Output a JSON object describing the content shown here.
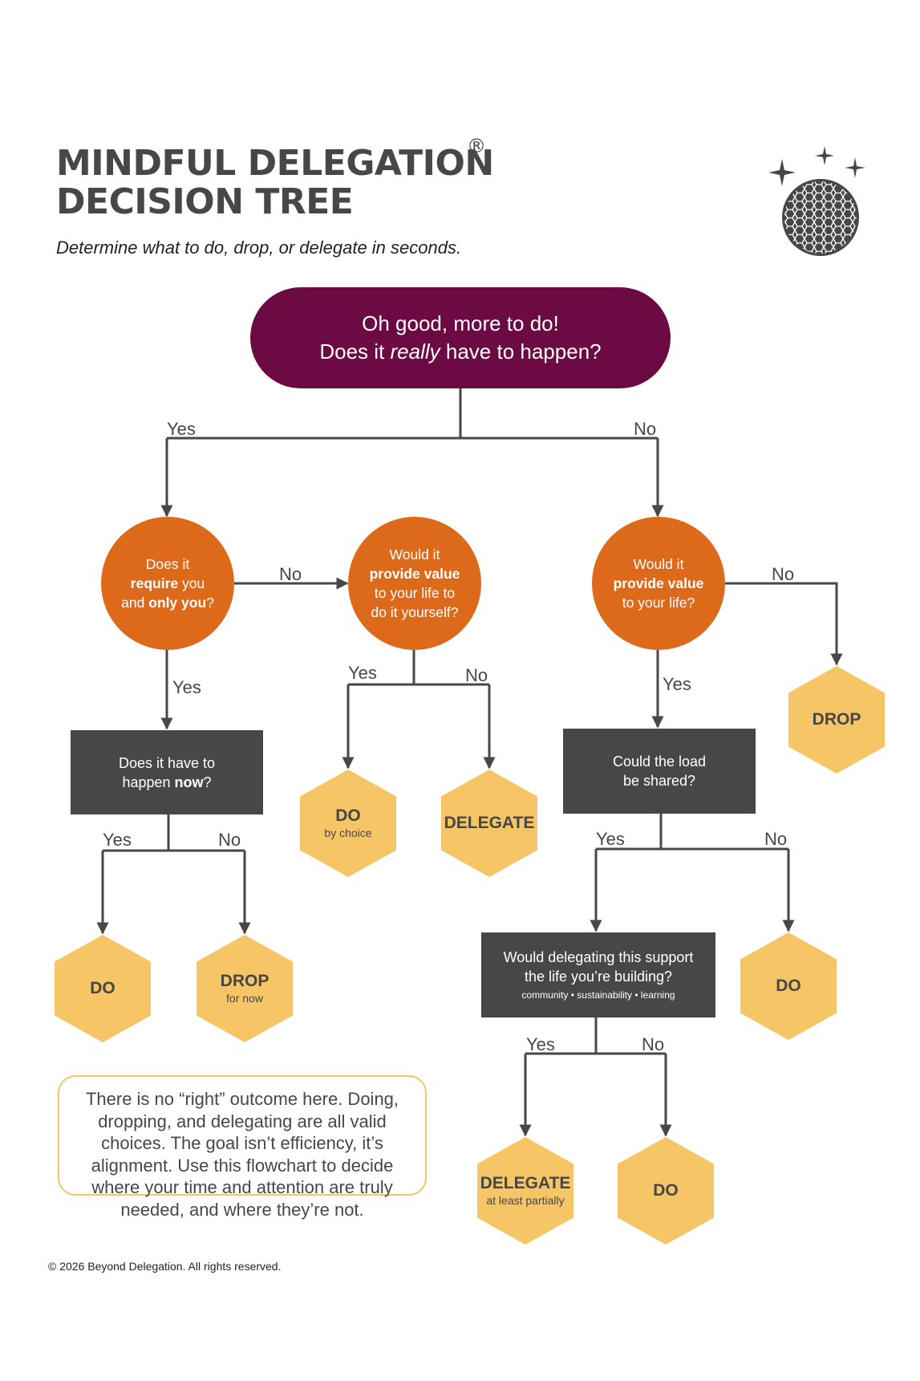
{
  "header": {
    "title_line1": "MINDFUL DELEGATION",
    "title_line2": "DECISION TREE",
    "registered_mark": "®",
    "subtitle": "Determine what to do, drop, or delegate in seconds."
  },
  "logo": {
    "icon": "sparkle-disco-ball-icon"
  },
  "colors": {
    "start": "#6b0a43",
    "question_circle": "#dd6a1b",
    "question_box": "#474747",
    "outcome": "#f6c566",
    "text": "#474747"
  },
  "start": {
    "line1": "Oh good, more to do!",
    "line2_pre": "Does it ",
    "line2_em": "really",
    "line2_post": " have to happen?"
  },
  "nodes": {
    "require_you": {
      "l1": "Does it",
      "l2_b": "require",
      "l2_r": " you",
      "l3_a": "and ",
      "l3_b": "only you",
      "l3_c": "?"
    },
    "value_yourself": {
      "l1": "Would it",
      "l2_b": "provide value",
      "l3": "to your life to",
      "l4": "do it yourself?"
    },
    "value_life": {
      "l1": "Would it",
      "l2_b": "provide value",
      "l3": "to your life?"
    },
    "happen_now": {
      "l1": "Does it have to",
      "l2_a": "happen ",
      "l2_b": "now",
      "l2_c": "?"
    },
    "load_shared": {
      "l1": "Could the load",
      "l2": "be shared?"
    },
    "support_life": {
      "l1": "Would delegating this support",
      "l2": "the life you’re building?",
      "l3": "community • sustainability • learning"
    }
  },
  "labels": {
    "start_yes": "Yes",
    "start_no": "No",
    "require_no": "No",
    "require_yes": "Yes",
    "value_yourself_yes": "Yes",
    "value_yourself_no": "No",
    "value_life_no": "No",
    "value_life_yes": "Yes",
    "now_yes": "Yes",
    "now_no": "No",
    "shared_yes": "Yes",
    "shared_no": "No",
    "support_yes": "Yes",
    "support_no": "No"
  },
  "outcomes": {
    "drop_top": {
      "main": "DROP"
    },
    "do_choice": {
      "main": "DO",
      "sub": "by choice"
    },
    "delegate_mid": {
      "main": "DELEGATE"
    },
    "do_now": {
      "main": "DO"
    },
    "drop_later": {
      "main": "DROP",
      "sub": "for now"
    },
    "do_shared_no": {
      "main": "DO"
    },
    "delegate_partial": {
      "main": "DELEGATE",
      "sub": "at least partially"
    },
    "do_support_no": {
      "main": "DO"
    }
  },
  "note": "There is no “right” outcome here. Doing, dropping, and delegating are all valid choices. The goal isn’t efficiency, it’s alignment. Use this flowchart to decide where your time and attention are truly needed, and where they’re not.",
  "footer": "© 2026 Beyond Delegation. All rights reserved."
}
